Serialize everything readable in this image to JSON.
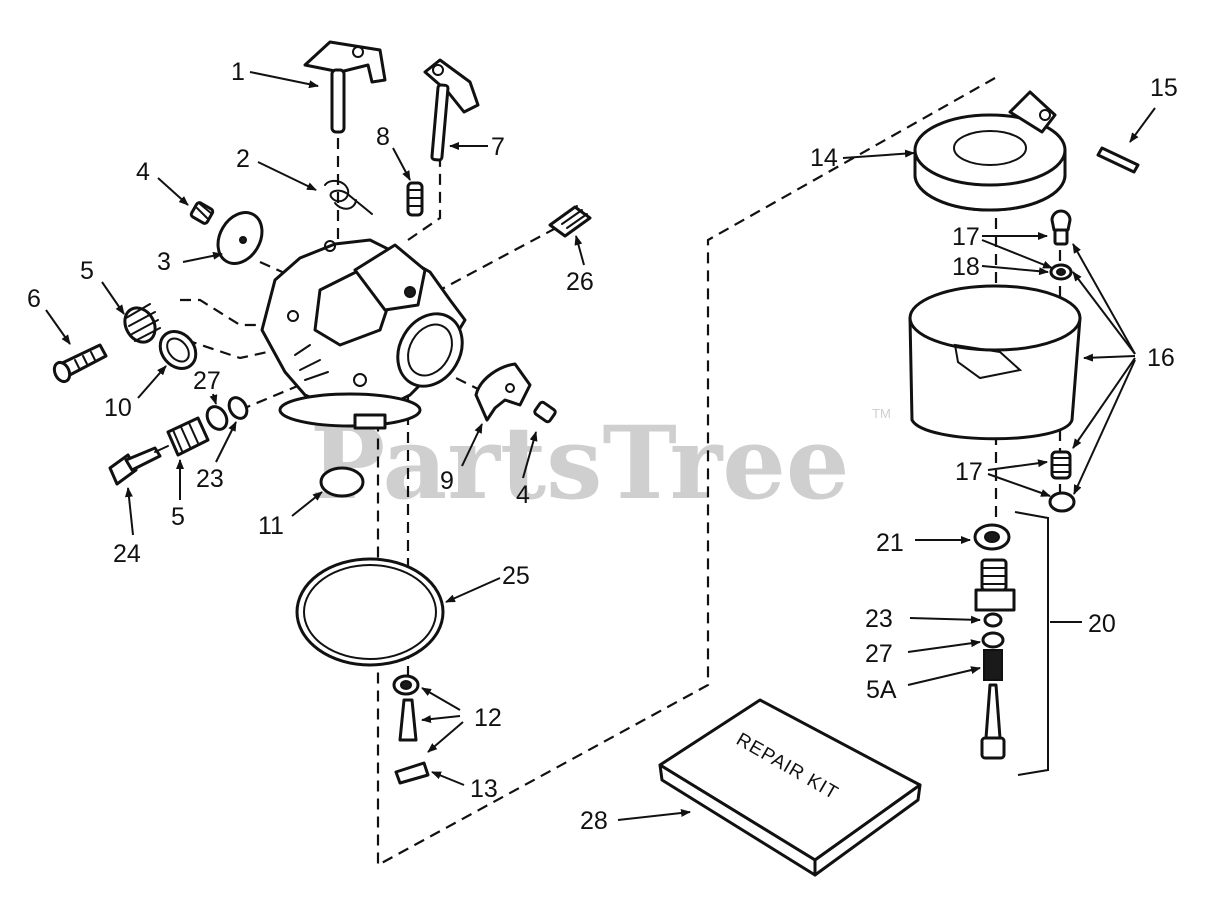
{
  "watermark": {
    "text": "PartsTree",
    "trademark": "TM"
  },
  "kit": {
    "text": "REPAIR KIT"
  },
  "callouts": [
    {
      "id": "c1",
      "label": "1"
    },
    {
      "id": "c2",
      "label": "2"
    },
    {
      "id": "c3",
      "label": "3"
    },
    {
      "id": "c4a",
      "label": "4"
    },
    {
      "id": "c5a",
      "label": "5"
    },
    {
      "id": "c6",
      "label": "6"
    },
    {
      "id": "c7",
      "label": "7"
    },
    {
      "id": "c8",
      "label": "8"
    },
    {
      "id": "c10",
      "label": "10"
    },
    {
      "id": "c27a",
      "label": "27"
    },
    {
      "id": "c23a",
      "label": "23"
    },
    {
      "id": "c24",
      "label": "24"
    },
    {
      "id": "c5b",
      "label": "5"
    },
    {
      "id": "c11",
      "label": "11"
    },
    {
      "id": "c9",
      "label": "9"
    },
    {
      "id": "c4b",
      "label": "4"
    },
    {
      "id": "c26",
      "label": "26"
    },
    {
      "id": "c25",
      "label": "25"
    },
    {
      "id": "c12",
      "label": "12"
    },
    {
      "id": "c13",
      "label": "13"
    },
    {
      "id": "c28",
      "label": "28"
    },
    {
      "id": "c14",
      "label": "14"
    },
    {
      "id": "c15",
      "label": "15"
    },
    {
      "id": "c17a",
      "label": "17"
    },
    {
      "id": "c18",
      "label": "18"
    },
    {
      "id": "c16",
      "label": "16"
    },
    {
      "id": "c17b",
      "label": "17"
    },
    {
      "id": "c21",
      "label": "21"
    },
    {
      "id": "c20",
      "label": "20"
    },
    {
      "id": "c23b",
      "label": "23"
    },
    {
      "id": "c27b",
      "label": "27"
    },
    {
      "id": "c5A",
      "label": "5A"
    }
  ]
}
